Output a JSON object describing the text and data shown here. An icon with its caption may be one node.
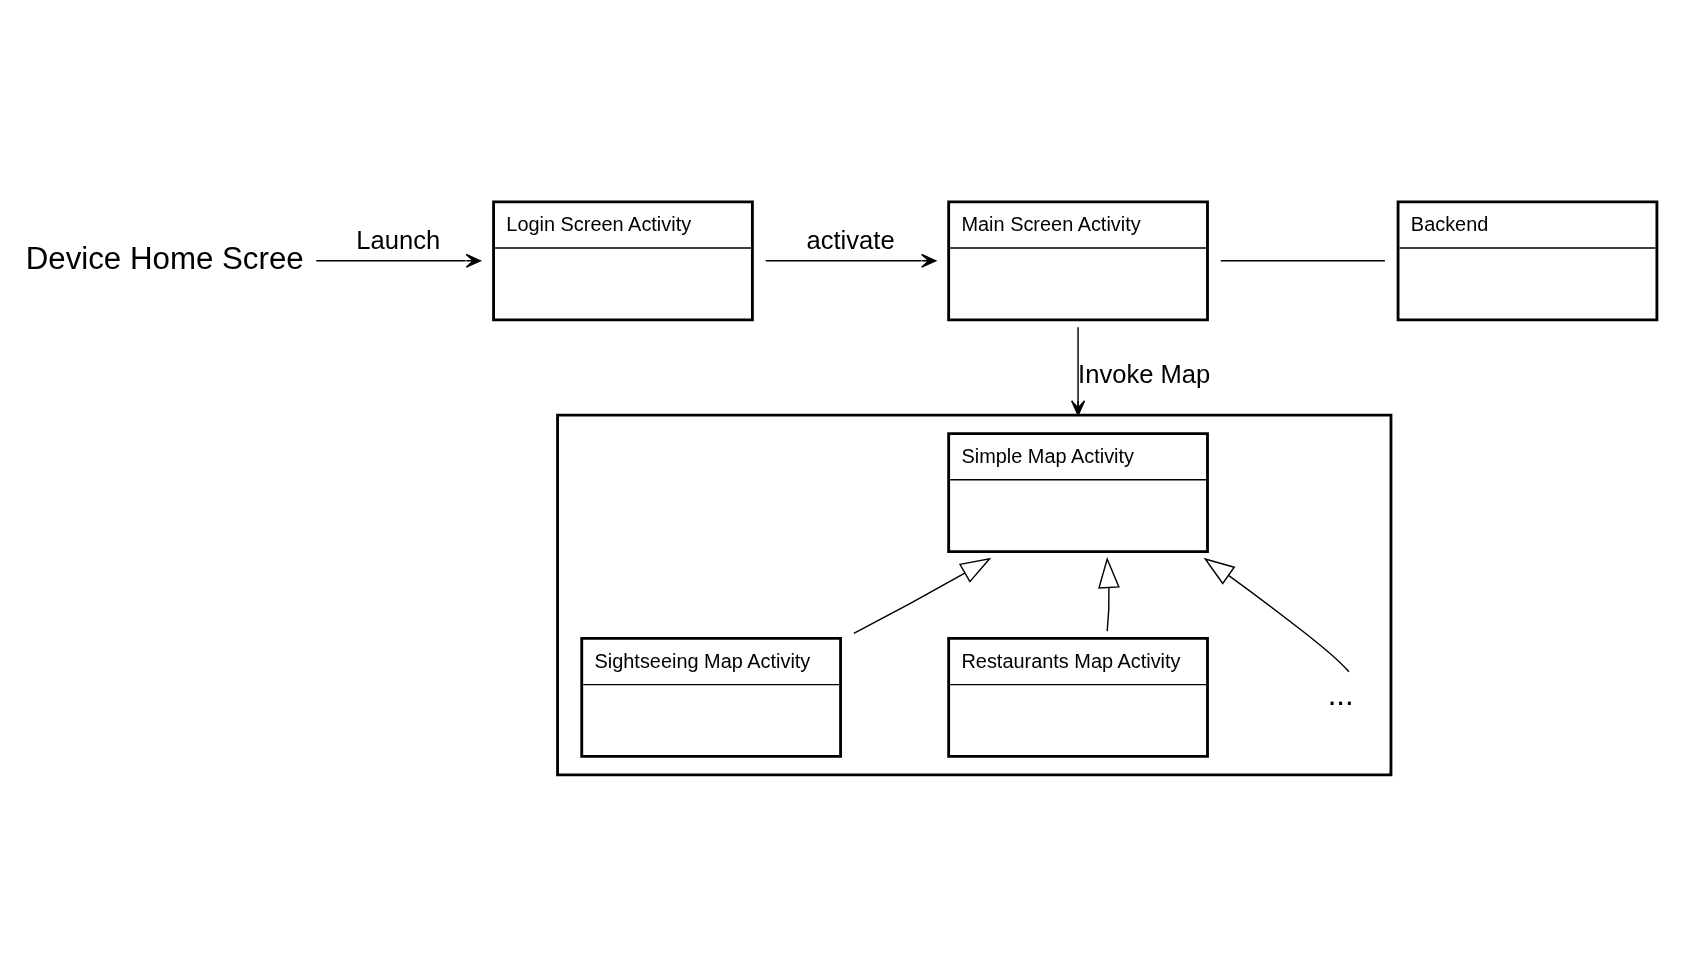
{
  "diagram": {
    "nodes": [
      {
        "text": [
          "Device Home Scree"
        ]
      },
      {
        "text": [
          "Login Screen Activity"
        ]
      },
      {
        "text": [
          "Main Screen Activity"
        ]
      },
      {
        "text": [
          "Backend"
        ]
      },
      {
        "text": [],
        "shape": "box"
      },
      {
        "text": [
          "Simple Map Activity"
        ],
        "in": 4
      },
      {
        "text": [
          "Sightseeing Map Activity"
        ],
        "in": 4
      },
      {
        "text": [
          "Restaurants Map Activity"
        ],
        "in": 4
      },
      {
        "text": [
          "..."
        ],
        "in": 4
      }
    ],
    "edges": [
      {
        "from": 0,
        "to": 1,
        "arrow": "to",
        "label": "Launch"
      },
      {
        "from": 1,
        "to": 2,
        "arrow": "to",
        "label": "activate"
      },
      {
        "from": 2,
        "to": 3,
        "arrow": "none"
      },
      {
        "from": 2,
        "to": 4,
        "arrow": "to",
        "label": "Invoke Map"
      },
      {
        "from": 6,
        "to": 5,
        "arrow": "to"
      },
      {
        "from": 7,
        "to": 5,
        "arrow": "to"
      },
      {
        "from": 8,
        "to": 5,
        "arrow": "to"
      }
    ]
  }
}
